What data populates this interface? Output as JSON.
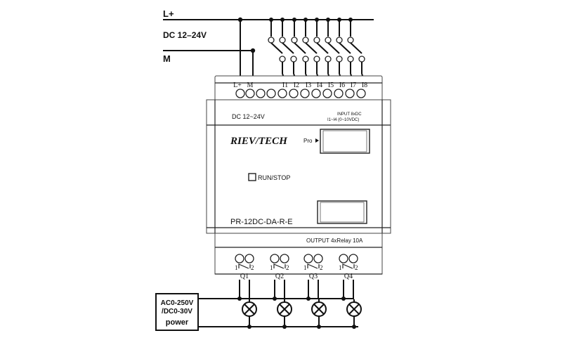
{
  "rails": {
    "positive_label": "L+",
    "supply_label": "DC  12–24V",
    "negative_label": "M"
  },
  "device": {
    "top_terminal_labels": [
      "L+",
      "M",
      "I1",
      "I2",
      "I3",
      "I4",
      "I5",
      "I6",
      "I7",
      "I8"
    ],
    "supply_text": "DC 12~24V",
    "input_spec_line1": "INPUT 8xDC",
    "input_spec_line2": "I1~I4 (0~10VDC)",
    "brand": "RIEV/TECH",
    "pro_label": "Pro",
    "run_stop_label": "RUN/STOP",
    "model": "PR-12DC-DA-R-E",
    "output_spec": "OUTPUT  4xRelay 10A",
    "outputs": [
      {
        "name": "Q1",
        "pin1": "1",
        "pin2": "2"
      },
      {
        "name": "Q2",
        "pin1": "1",
        "pin2": "2"
      },
      {
        "name": "Q3",
        "pin1": "1",
        "pin2": "2"
      },
      {
        "name": "Q4",
        "pin1": "1",
        "pin2": "2"
      }
    ]
  },
  "power_box": {
    "line1": "AC0-250V",
    "line2": "/DC0-30V",
    "line3": "power"
  },
  "icons": {
    "input_switch": "switch-icon",
    "lamp": "lamp-icon",
    "terminal": "terminal-icon"
  }
}
